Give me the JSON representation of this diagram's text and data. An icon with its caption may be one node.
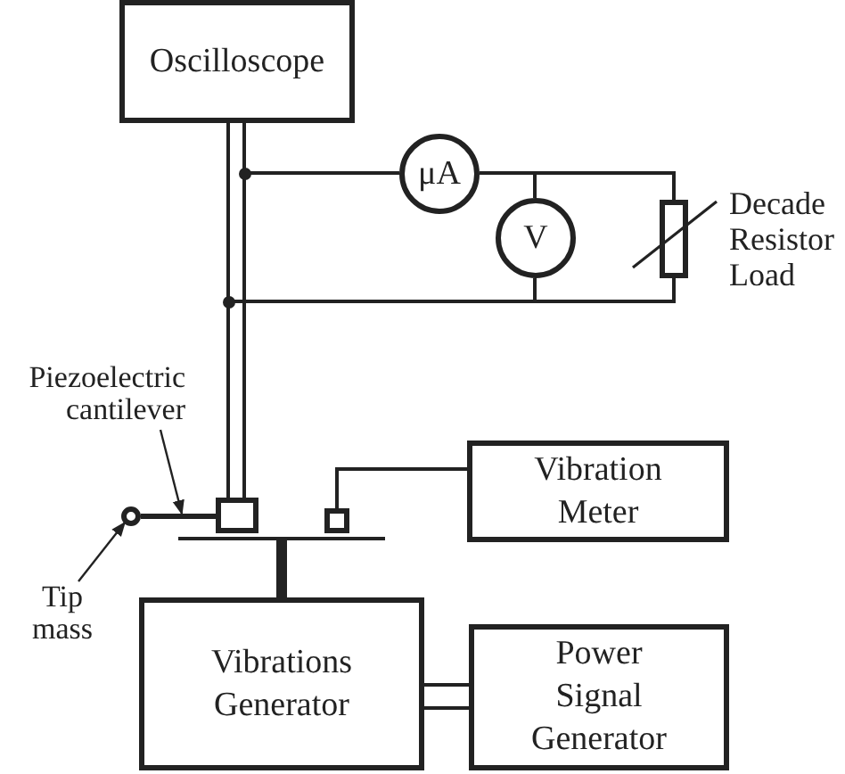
{
  "diagram": {
    "nodes": [
      {
        "text": [
          "Oscilloscope"
        ]
      },
      {
        "text": [
          "μA"
        ]
      },
      {
        "text": [
          "V"
        ]
      },
      {
        "text": [],
        "shape": "box",
        "beside": [
          "Decade Resistor Load"
        ]
      },
      {
        "text": [
          "Piezoelectric cantilever"
        ]
      },
      {
        "text": [
          "Vibration Meter"
        ]
      },
      {
        "text": [],
        "shape": "circle"
      },
      {
        "text": [],
        "shape": "bar"
      },
      {
        "text": [],
        "shape": "box"
      },
      {
        "text": [],
        "shape": "box"
      },
      {
        "text": [
          "Tip mass"
        ]
      },
      {
        "text": [],
        "shape": "bar"
      },
      {
        "text": [
          "Vibrations Generator"
        ]
      },
      {
        "text": [
          "Power Signal Generator"
        ]
      }
    ],
    "edges": [
      {
        "from": 8,
        "to": 0,
        "arrow": "none"
      },
      {
        "from": 8,
        "to": 0,
        "arrow": "none"
      },
      {
        "from": 8,
        "to": 1,
        "arrow": "none"
      },
      {
        "from": 1,
        "to": 2,
        "arrow": "none"
      },
      {
        "from": 1,
        "to": 3,
        "arrow": "none"
      },
      {
        "from": 8,
        "to": 2,
        "arrow": "none"
      },
      {
        "from": 8,
        "to": 3,
        "arrow": "none"
      },
      {
        "from": 4,
        "to": 7,
        "arrow": "to"
      },
      {
        "from": 10,
        "to": 6,
        "arrow": "to"
      },
      {
        "from": 9,
        "to": 5,
        "arrow": "none"
      },
      {
        "from": 11,
        "to": 12,
        "arrow": "none",
        "style": "thick"
      },
      {
        "from": 12,
        "to": 13,
        "arrow": "none"
      },
      {
        "from": 12,
        "to": 13,
        "arrow": "none"
      }
    ]
  }
}
